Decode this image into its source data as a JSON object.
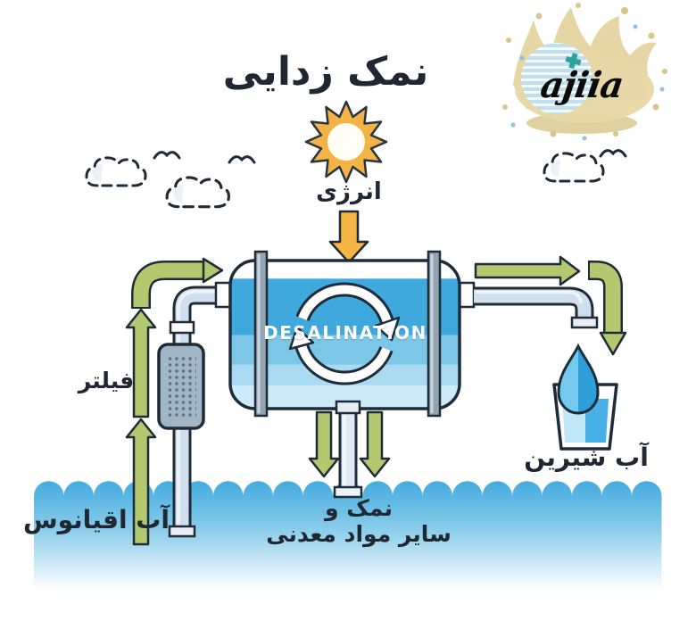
{
  "title": "نمک زدایی",
  "labels": {
    "energy": "انرژی",
    "filter": "فیلتر",
    "ocean_water": "آب اقیانوس",
    "minerals_line1": "نمک و",
    "minerals_line2": "سایر مواد معدنی",
    "fresh_water": "آب شیرین",
    "tank": "DESALINATION"
  },
  "logo": {
    "text": "ajiia"
  },
  "colors": {
    "outline": "#1e2b38",
    "arrow_green": "#b4c96f",
    "arrow_orange": "#f5b544",
    "tank_blue": "#3fa8dc",
    "tank_light": "#cdeaf8",
    "pipe": "#cfdfeb",
    "filter_body": "#a3b6c5",
    "ocean_top": "#41a9de",
    "droplet_light": "#74c9ef",
    "droplet_dark": "#2f9fdc",
    "glass_water_light": "#bfe7f7",
    "glass_water_dark": "#47b1e7",
    "text": "#1f2733"
  },
  "icons": [
    "sun-icon",
    "cloud-icon",
    "bird-icon",
    "energy-arrow-icon",
    "flow-arrow-icon",
    "desalination-tank-icon",
    "filter-icon",
    "pipe-icon",
    "faucet-icon",
    "water-droplet-icon",
    "glass-icon",
    "ocean-icon",
    "recycle-arrows-icon",
    "brand-logo"
  ]
}
